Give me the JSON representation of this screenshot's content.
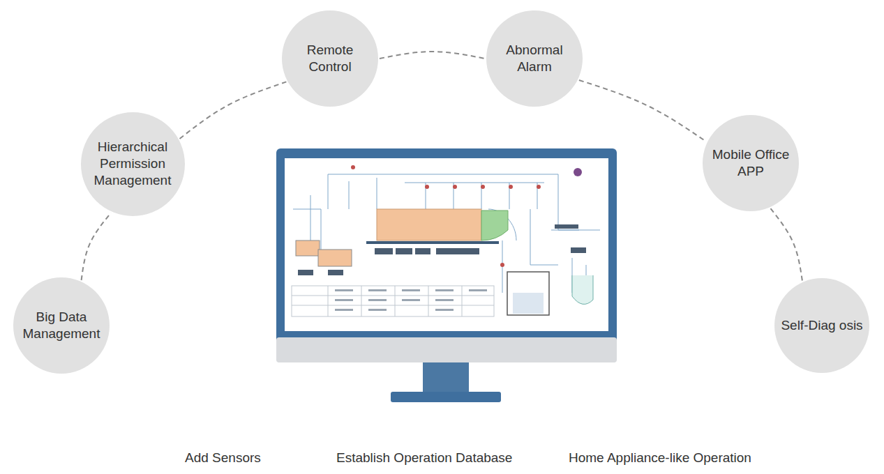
{
  "diagram": {
    "nodes": [
      {
        "text": [
          "Big Data Management"
        ]
      },
      {
        "text": [
          "Hierarchical Permission Management"
        ]
      },
      {
        "text": [
          "Remote Control"
        ]
      },
      {
        "text": [
          "Abnormal Alarm"
        ]
      },
      {
        "text": [
          "Mobile Office APP"
        ]
      },
      {
        "text": [
          "Self-Diag osis"
        ]
      }
    ],
    "edges": [
      {
        "from": 0,
        "to": 1,
        "arrow": "none"
      },
      {
        "from": 1,
        "to": 2,
        "arrow": "none"
      },
      {
        "from": 2,
        "to": 3,
        "arrow": "none"
      },
      {
        "from": 3,
        "to": 4,
        "arrow": "none"
      },
      {
        "from": 4,
        "to": 5,
        "arrow": "none"
      }
    ],
    "labels": [
      "Add Sensors",
      "Establish Operation Database",
      "Home Appliance-like Operation"
    ]
  }
}
